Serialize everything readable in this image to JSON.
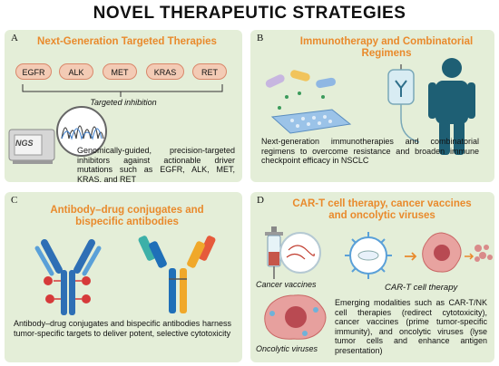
{
  "title": "NOVEL THERAPEUTIC STRATEGIES",
  "panels": {
    "a": {
      "letter": "A",
      "title": "Next-Generation Targeted Therapies",
      "genes": [
        "EGFR",
        "ALK",
        "MET",
        "KRAS",
        "RET"
      ],
      "targeted_label": "Targeted inhibition",
      "ngs_label": "NGS",
      "text": "Genomically-guided, precision-targeted inhibitors against actionable driver mutations such as EGFR, ALK, MET, KRAS, and RET"
    },
    "b": {
      "letter": "B",
      "title": "Immunotherapy and Combinatorial Regimens",
      "text": "Next-generation immunotherapies and combinatorial regimens to overcome resistance and broaden immune checkpoint efficacy in NSCLC"
    },
    "c": {
      "letter": "C",
      "title": "Antibody–drug conjugates and bispecific antibodies",
      "text": "Antibody–drug conjugates and bispecific antibodies harness tumor-specific targets to deliver potent, selective cytotoxicity"
    },
    "d": {
      "letter": "D",
      "title": "CAR-T cell therapy, cancer vaccines and oncolytic viruses",
      "vaccine_label": "Cancer vaccines",
      "cart_label": "CAR-T cell therapy",
      "virus_label": "Oncolytic viruses",
      "text": "Emerging modalities such as CAR-T/NK cell therapies (redirect cytotoxicity), cancer vaccines (prime tumor-specific immunity), and oncolytic viruses (lyse tumor cells and enhance antigen presentation)"
    }
  },
  "colors": {
    "panel_bg": "#e4eed8",
    "title_accent": "#e98a2c",
    "gene_fill": "#f3cbb5",
    "gene_border": "#d9876a",
    "person": "#1e5f74"
  }
}
